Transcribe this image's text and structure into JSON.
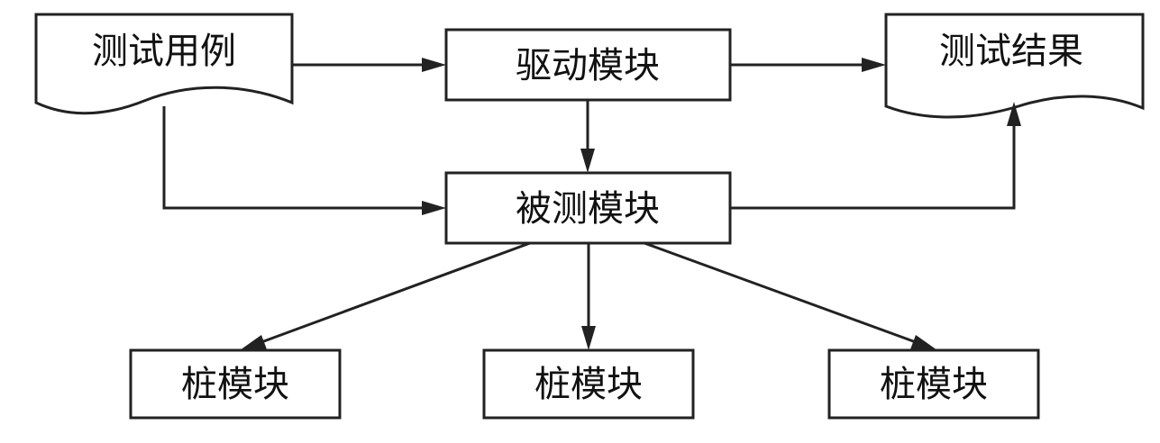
{
  "nodes": {
    "test_cases": {
      "label": "测试用例",
      "shape": "document"
    },
    "driver": {
      "label": "驱动模块",
      "shape": "rectangle"
    },
    "test_results": {
      "label": "测试结果",
      "shape": "document"
    },
    "module_under_test": {
      "label": "被测模块",
      "shape": "rectangle"
    },
    "stubs": [
      {
        "label": "桩模块",
        "shape": "rectangle"
      },
      {
        "label": "桩模块",
        "shape": "rectangle"
      },
      {
        "label": "桩模块",
        "shape": "rectangle"
      }
    ]
  },
  "edges": [
    {
      "from": "test_cases",
      "to": "driver"
    },
    {
      "from": "driver",
      "to": "test_results"
    },
    {
      "from": "driver",
      "to": "module_under_test"
    },
    {
      "from": "test_cases",
      "to": "module_under_test"
    },
    {
      "from": "module_under_test",
      "to": "test_results"
    },
    {
      "from": "module_under_test",
      "to": "stubs.0"
    },
    {
      "from": "module_under_test",
      "to": "stubs.1"
    },
    {
      "from": "module_under_test",
      "to": "stubs.2"
    }
  ]
}
